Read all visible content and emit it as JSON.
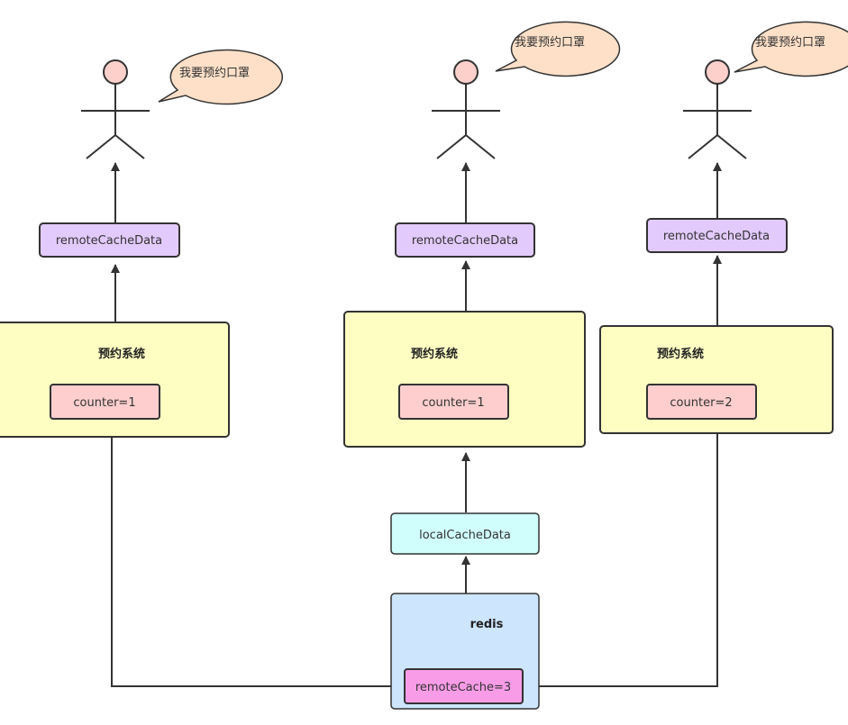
{
  "users": [
    {
      "speech": "我要预约口罩"
    },
    {
      "speech": "我要预约口罩"
    },
    {
      "speech": "我要预约口罩"
    }
  ],
  "systems": [
    {
      "title": "预约系统",
      "counter": "counter=1",
      "remote_cache_data": "remoteCacheData"
    },
    {
      "title": "预约系统",
      "counter": "counter=1",
      "remote_cache_data": "remoteCacheData"
    },
    {
      "title": "预约系统",
      "counter": "counter=2",
      "remote_cache_data": "remoteCacheData"
    }
  ],
  "local_cache": {
    "label": "localCacheData"
  },
  "redis": {
    "title": "redis",
    "remote_cache": "remoteCache=3"
  },
  "colors": {
    "system_fill": "#fefec3",
    "counter_fill": "#fecece",
    "remote_data_fill": "#e3cafd",
    "local_cache_fill": "#d0fefd",
    "redis_fill": "#cde5fd",
    "remote_cache_fill": "#f99ce8",
    "bubble_fill": "#fee0c8",
    "head_fill": "#fdd0cc",
    "line": "#333333"
  }
}
